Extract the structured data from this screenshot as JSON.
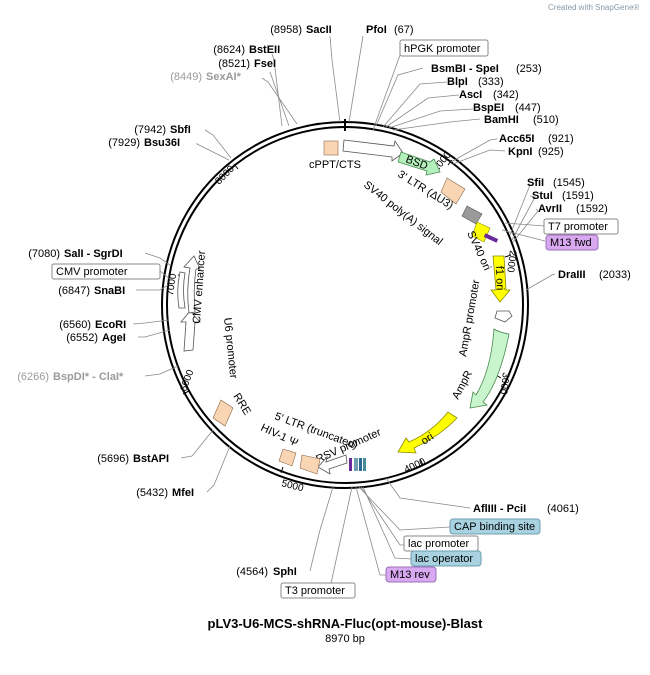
{
  "credit": "Created with SnapGene®",
  "title": "pLV3-U6-MCS-shRNA-Fluc(opt-mouse)-Blast",
  "subtitle": "8970 bp",
  "ticks": [
    "1000",
    "2000",
    "3000",
    "4000",
    "5000",
    "6000",
    "7000",
    "8000"
  ],
  "sites": [
    {
      "name": "SacII",
      "pos": "(8958)",
      "grey": false
    },
    {
      "name": "PfoI",
      "pos": "(67)",
      "grey": false
    },
    {
      "name": "BstEII",
      "pos": "(8624)",
      "grey": false
    },
    {
      "name": "FseI",
      "pos": "(8521)",
      "grey": false
    },
    {
      "name": "SexAI*",
      "pos": "(8449)",
      "grey": true
    },
    {
      "name": "BsmBI - SpeI",
      "pos": "(253)",
      "grey": false
    },
    {
      "name": "BlpI",
      "pos": "(333)",
      "grey": false
    },
    {
      "name": "AscI",
      "pos": "(342)",
      "grey": false
    },
    {
      "name": "BspEI",
      "pos": "(447)",
      "grey": false
    },
    {
      "name": "BamHI",
      "pos": "(510)",
      "grey": false
    },
    {
      "name": "SbfI",
      "pos": "(7942)",
      "grey": false
    },
    {
      "name": "Bsu36I",
      "pos": "(7929)",
      "grey": false
    },
    {
      "name": "Acc65I",
      "pos": "(921)",
      "grey": false
    },
    {
      "name": "KpnI",
      "pos": "(925)",
      "grey": false
    },
    {
      "name": "SfiI",
      "pos": "(1545)",
      "grey": false
    },
    {
      "name": "StuI",
      "pos": "(1591)",
      "grey": false
    },
    {
      "name": "AvrII",
      "pos": "(1592)",
      "grey": false
    },
    {
      "name": "SalI - SgrDI",
      "pos": "(7080)",
      "grey": false
    },
    {
      "name": "SnaBI",
      "pos": "(6847)",
      "grey": false
    },
    {
      "name": "DraIII",
      "pos": "(2033)",
      "grey": false
    },
    {
      "name": "EcoRI",
      "pos": "(6560)",
      "grey": false
    },
    {
      "name": "AgeI",
      "pos": "(6552)",
      "grey": false
    },
    {
      "name": "BspDI* - ClaI*",
      "pos": "(6266)",
      "grey": true
    },
    {
      "name": "BstAPI",
      "pos": "(5696)",
      "grey": false
    },
    {
      "name": "MfeI",
      "pos": "(5432)",
      "grey": false
    },
    {
      "name": "AflIII - PciI",
      "pos": "(4061)",
      "grey": false
    },
    {
      "name": "SphI",
      "pos": "(4564)",
      "grey": false
    }
  ],
  "boxes": {
    "hpgk": "hPGK promoter",
    "t7": "T7 promoter",
    "m13fwd": "M13 fwd",
    "cmv": "CMV promoter",
    "cap": "CAP binding site",
    "lacp": "lac promoter",
    "laco": "lac operator",
    "m13rev": "M13 rev",
    "t3": "T3 promoter"
  },
  "features": {
    "cppt": "cPPT/CTS",
    "bsd": "BSD",
    "ltr3": "3' LTR (ΔU3)",
    "sv40polya": "SV40 poly(A) signal",
    "sv40ori": "SV40 ori",
    "f1ori": "f1 ori",
    "ampr_promoter": "AmpR promoter",
    "ampr": "AmpR",
    "ori": "ori",
    "rsv": "RSV promoter",
    "ltr5": "5' LTR (truncated)",
    "psi": "HIV-1 Ψ",
    "rre": "RRE",
    "u6": "U6 promoter",
    "cmv_enh": "CMV enhancer"
  },
  "colors": {
    "backbone": "#000000",
    "misc_feature": "#f9d5b3",
    "bsd": "#b4f0bc",
    "ampr": "#c9f5cd",
    "origin": "#ffff00",
    "sv40ori": "#9a9a9a",
    "promoter_box": "#ffffff",
    "m13_primer": "#d8a8f0",
    "cap_site": "#a9d2e0"
  }
}
